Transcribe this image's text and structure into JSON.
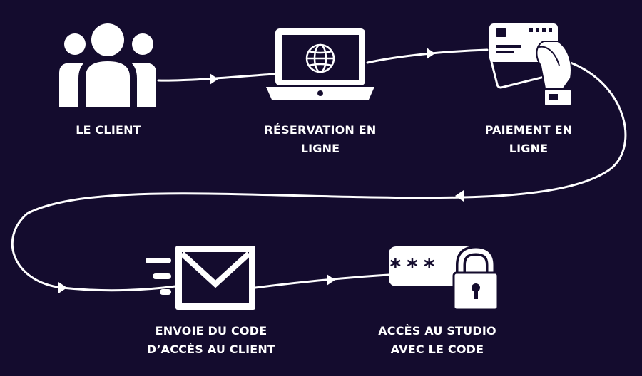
{
  "colors": {
    "background": "#140c2e",
    "foreground": "#ffffff"
  },
  "steps": [
    {
      "id": "client",
      "icon": "users-group-icon",
      "lines": [
        "LE CLIENT"
      ]
    },
    {
      "id": "reservation",
      "icon": "laptop-globe-icon",
      "lines": [
        "RÉSERVATION EN",
        "LIGNE"
      ]
    },
    {
      "id": "paiement",
      "icon": "hand-credit-card-icon",
      "lines": [
        "PAIEMENT EN",
        "LIGNE"
      ]
    },
    {
      "id": "envoi",
      "icon": "envelope-send-icon",
      "lines": [
        "ENVOIE DU CODE",
        "D’ACCÈS AU CLIENT"
      ]
    },
    {
      "id": "acces",
      "icon": "password-lock-icon",
      "lines": [
        "ACCÈS AU STUDIO",
        "AVEC LE CODE"
      ]
    }
  ],
  "connector": {
    "password_mask": "***"
  }
}
